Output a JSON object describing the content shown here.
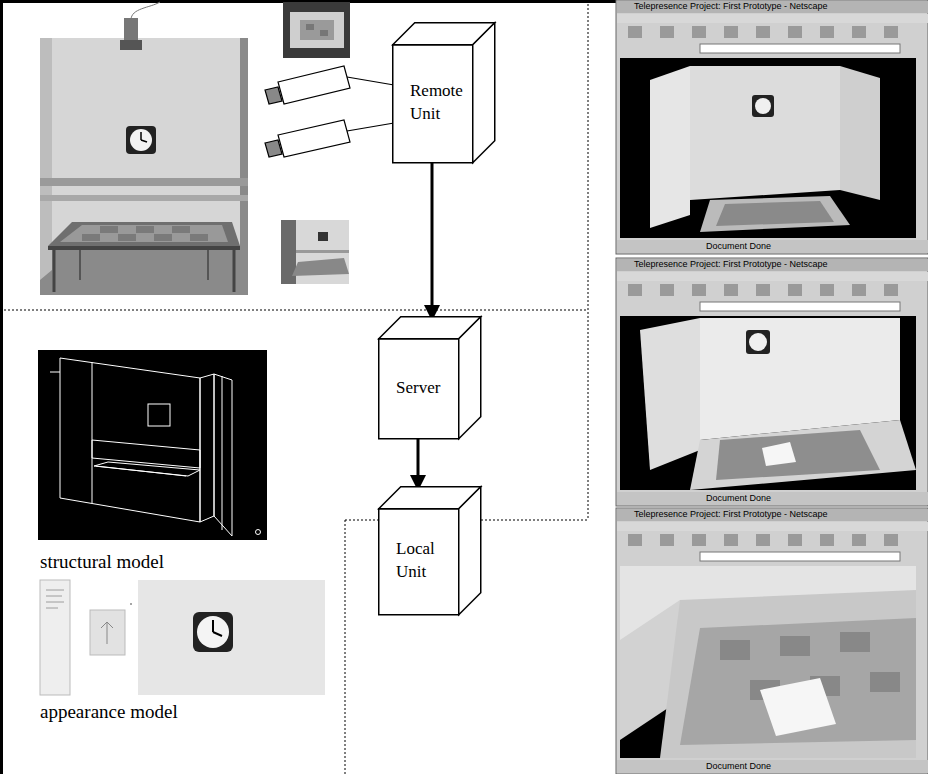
{
  "diagram": {
    "nodes": [
      {
        "text": [
          "Remote Unit"
        ]
      },
      {
        "text": [
          "Server"
        ]
      },
      {
        "text": [
          "Local Unit"
        ]
      }
    ],
    "edges": [
      {
        "from": 0,
        "to": 1,
        "arrow": "to"
      },
      {
        "from": 1,
        "to": 2,
        "arrow": "to"
      }
    ],
    "labels": [
      "structural model",
      "appearance model",
      "Telepresence Project: First Prototype - Netscape",
      "Document Done",
      "Telepresence Project: First Prototype - Netscape",
      "Document Done",
      "Telepresence Project: First Prototype - Netscape",
      "Document Done"
    ]
  }
}
